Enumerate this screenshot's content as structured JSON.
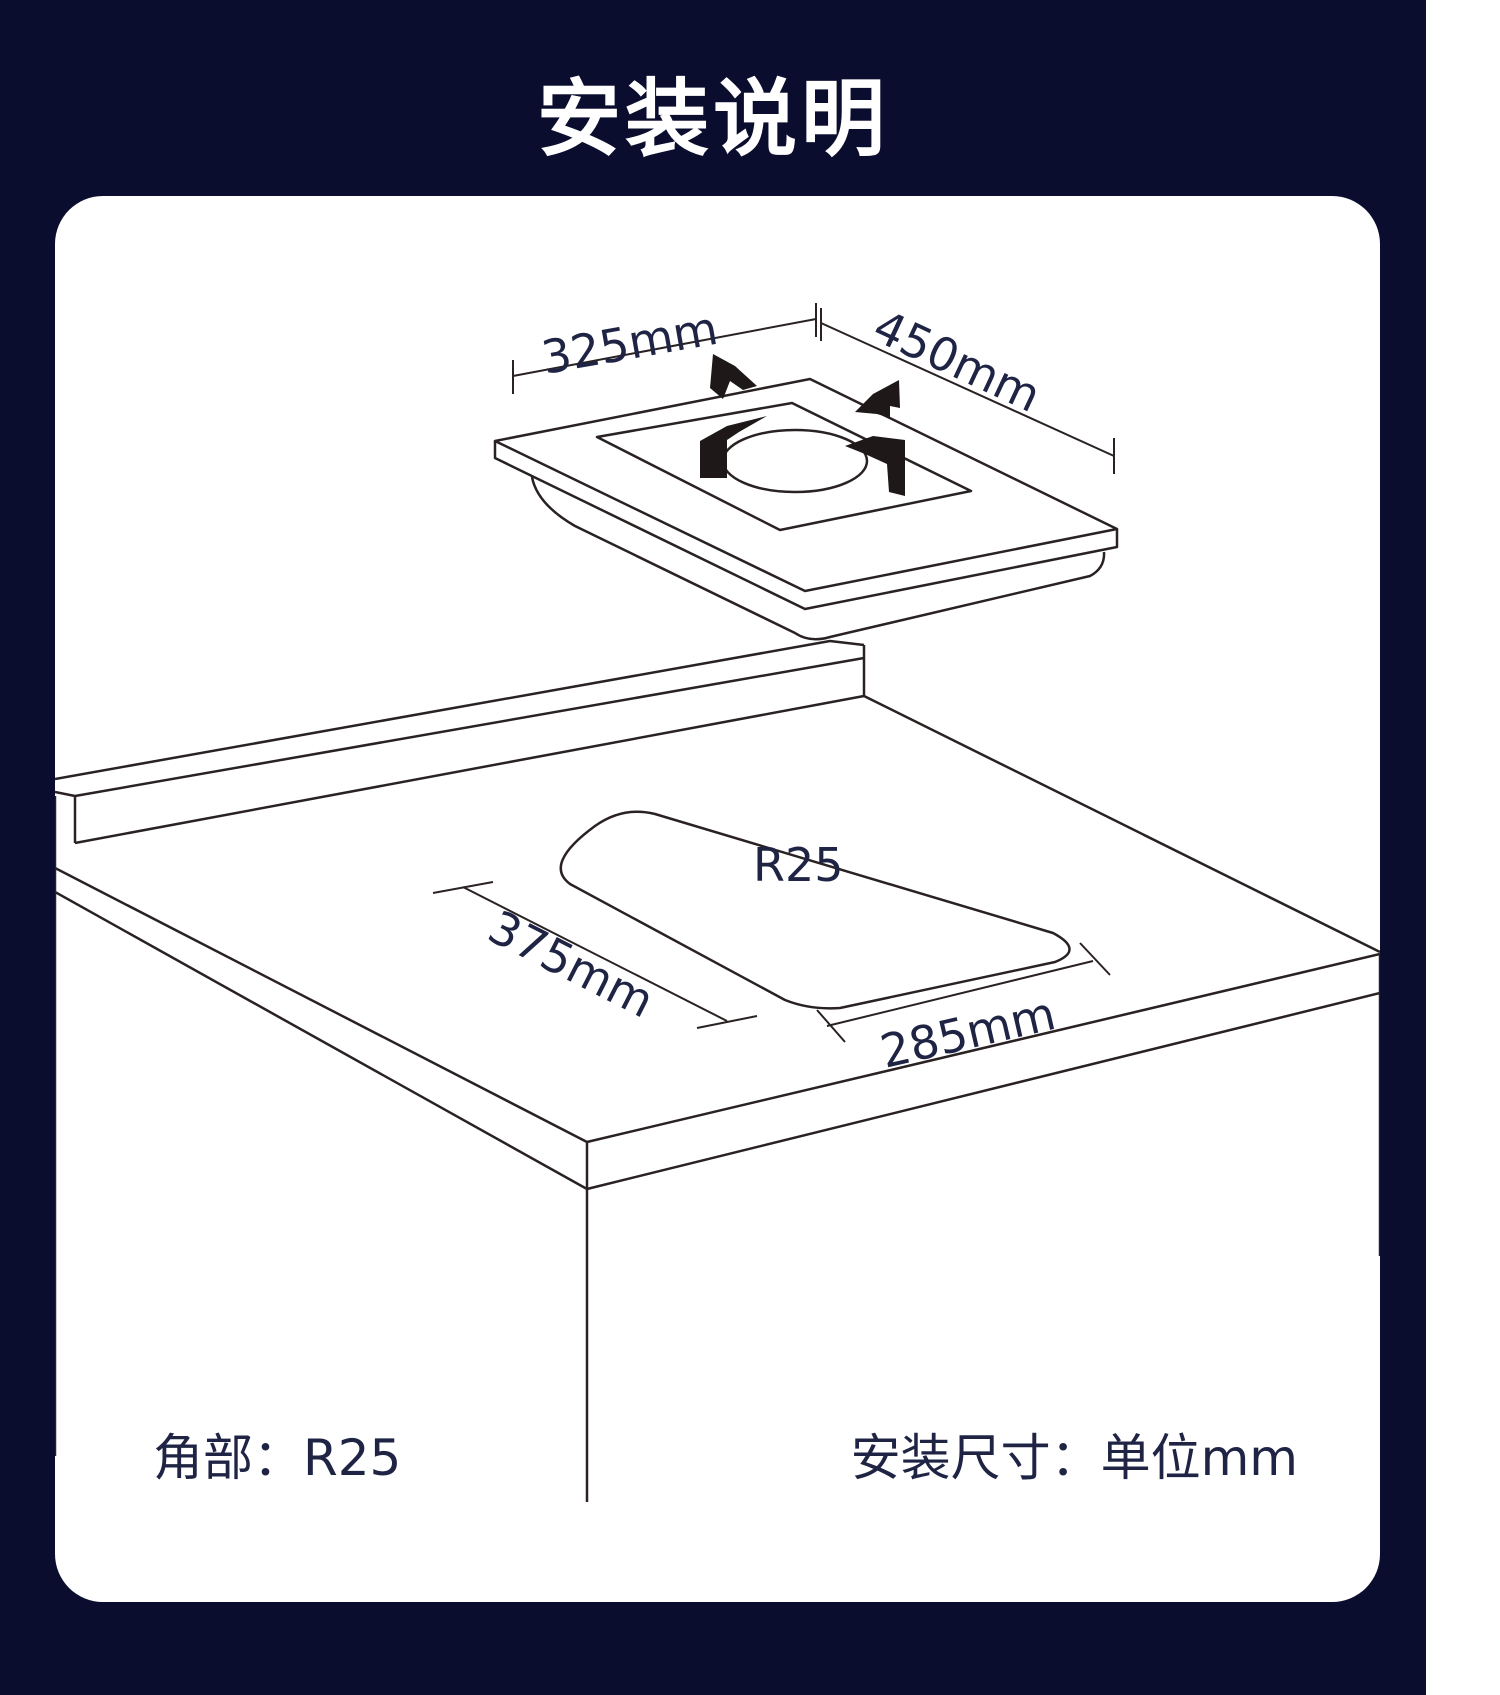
{
  "title": "安装说明",
  "colors": {
    "background": "#0b0d2e",
    "card": "#ffffff",
    "line": "#2a2222",
    "text": "#1f2444"
  },
  "hob": {
    "width_label": "325mm",
    "depth_label": "450mm"
  },
  "cutout": {
    "corner_label": "R25",
    "depth_label": "375mm",
    "width_label": "285mm"
  },
  "captions": {
    "corner": "角部：R25",
    "units": "安装尺寸：单位mm"
  }
}
